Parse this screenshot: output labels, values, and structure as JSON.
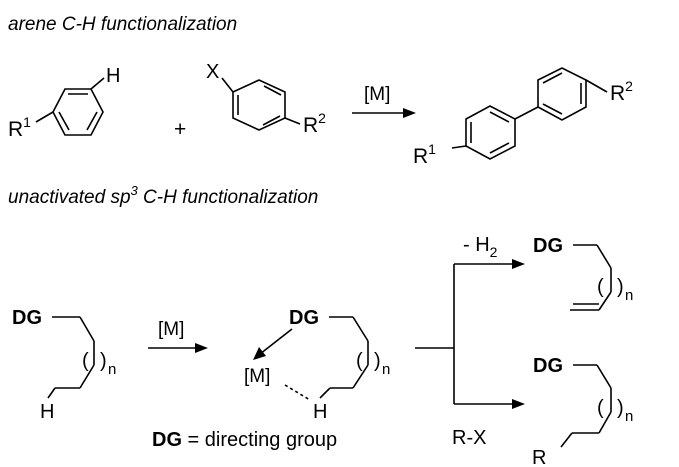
{
  "top": {
    "title": "arene C-H functionalization",
    "reactant1_H": "H",
    "reactant1_R": "R",
    "reactant1_sup": "1",
    "plus": "+",
    "reactant2_X": "X",
    "reactant2_R": "R",
    "reactant2_sup": "2",
    "catalyst": "[M]",
    "product_R1": "R",
    "product_R1_sup": "1",
    "product_R2": "R",
    "product_R2_sup": "2"
  },
  "bottom": {
    "title_pre": "unactivated sp",
    "title_sup": "3",
    "title_post": " C-H functionalization",
    "dg": "DG",
    "h": "H",
    "paren_open": "(",
    "paren_close": ")",
    "n": "n",
    "catalyst": "[M]",
    "metal": "[M]",
    "minus_h2_pre": "- H",
    "minus_h2_sub": "2",
    "rx": "R-X",
    "r": "R",
    "legend_dg": "DG",
    "legend_text": " = directing group"
  }
}
